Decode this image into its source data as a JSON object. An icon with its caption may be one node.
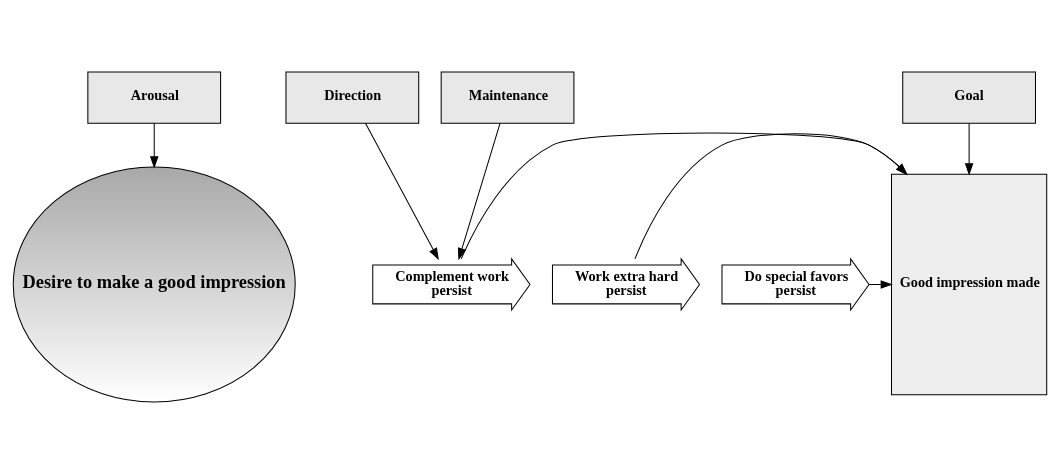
{
  "diagram": {
    "nodes": [
      {
        "text": [
          "Arousal"
        ]
      },
      {
        "text": [
          "Direction"
        ]
      },
      {
        "text": [
          "Maintenance"
        ]
      },
      {
        "text": [
          "Goal"
        ]
      },
      {
        "text": [
          "Desire to make a good impression"
        ]
      },
      {
        "text": [
          "Complement work",
          "persist"
        ]
      },
      {
        "text": [
          "Work extra hard",
          "persist"
        ]
      },
      {
        "text": [
          "Do special favors",
          "persist"
        ]
      },
      {
        "text": [
          "Good impression made"
        ]
      }
    ],
    "edges": [
      {
        "from": 0,
        "to": 4,
        "arrow": "to"
      },
      {
        "from": 1,
        "to": 5,
        "arrow": "to"
      },
      {
        "from": 2,
        "to": 5,
        "arrow": "to"
      },
      {
        "from": 3,
        "to": 8,
        "arrow": "to"
      },
      {
        "from": 5,
        "to": 8,
        "arrow": "to"
      },
      {
        "from": 6,
        "to": 8,
        "arrow": "to"
      },
      {
        "from": 7,
        "to": 8,
        "arrow": "to"
      }
    ]
  }
}
